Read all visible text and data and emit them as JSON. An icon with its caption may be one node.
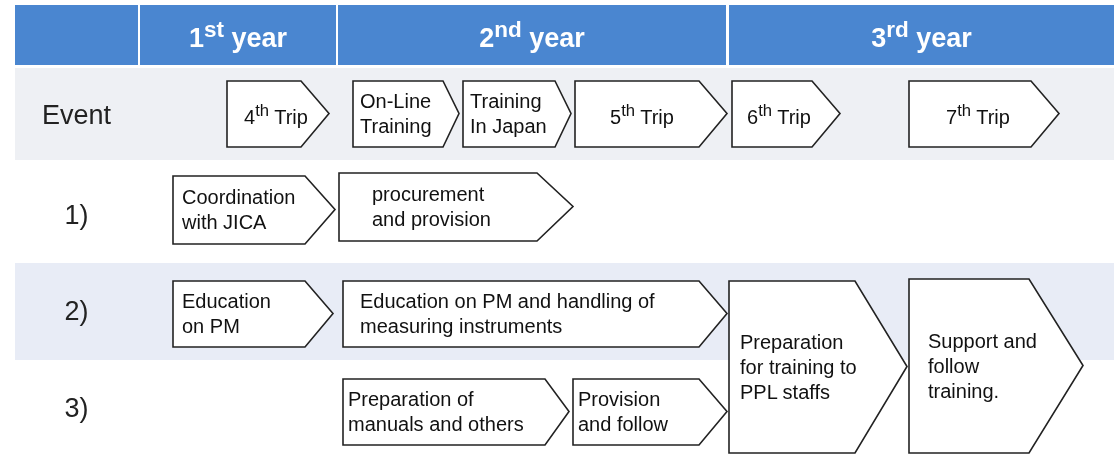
{
  "diagram": {
    "nodes": [
      {
        "text": [
          "4$^{th}$ Trip"
        ]
      },
      {
        "text": [
          "On-Line Training"
        ]
      },
      {
        "text": [
          "Training In Japan"
        ]
      },
      {
        "text": [
          "5$^{th}$ Trip"
        ]
      },
      {
        "text": [
          "6$^{th}$ Trip"
        ]
      },
      {
        "text": [
          "7$^{th}$ Trip"
        ]
      },
      {
        "text": [
          "Coordination with JICA"
        ]
      },
      {
        "text": [
          "procurement and provision"
        ]
      },
      {
        "text": [
          "Education on PM"
        ]
      },
      {
        "text": [
          "Education on PM and handling of measuring instruments"
        ]
      },
      {
        "text": [
          "Preparation of manuals and others"
        ]
      },
      {
        "text": [
          "Provision and follow"
        ]
      },
      {
        "text": [
          "Preparation for training to PPL staffs"
        ]
      },
      {
        "text": [
          "Support and follow training."
        ]
      }
    ],
    "labels": [
      "1$^{st}$ year",
      "2$^{nd}$ year",
      "3$^{rd}$ year",
      "Event",
      "1)",
      "2)",
      "3)"
    ]
  }
}
